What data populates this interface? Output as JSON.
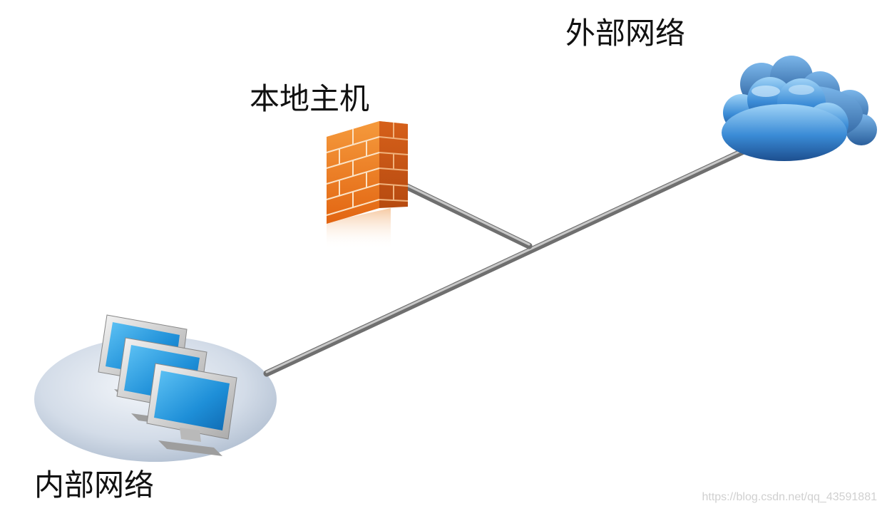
{
  "labels": {
    "external_network": "外部网络",
    "local_host": "本地主机",
    "internal_network": "内部网络"
  },
  "watermark": "https://blog.csdn.net/qq_43591881",
  "icons": {
    "cloud": "cloud-icon",
    "firewall": "firewall-icon",
    "computers": "computer-group-icon"
  },
  "colors": {
    "cable": "#9a9a9a",
    "cloud": "#2f79c4",
    "brick": "#e8781f",
    "screen": "#1e8fd8",
    "ellipse": "#c9d6e6"
  }
}
